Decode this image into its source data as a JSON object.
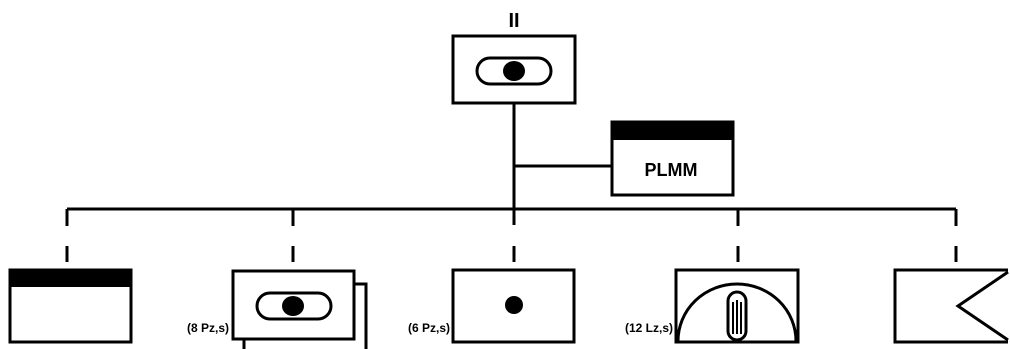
{
  "diagram": {
    "top_unit": {
      "echelon": "II",
      "symbol": "armored-infantry"
    },
    "attached_unit": {
      "label": "PLMM",
      "symbol": "headquarters-staff"
    },
    "subordinates": [
      {
        "echelon": "I",
        "symbol": "headquarters-staff",
        "strength": ""
      },
      {
        "echelon": "I",
        "symbol": "armored-infantry",
        "strength": "(8 Pz,s)"
      },
      {
        "echelon": "I",
        "symbol": "armor",
        "strength": "(6 Pz,s)"
      },
      {
        "echelon": "I",
        "symbol": "rocket-artillery",
        "strength": "(12 Lz,s)"
      },
      {
        "echelon": "I",
        "symbol": "reconnaissance",
        "strength": ""
      }
    ],
    "colors": {
      "stroke": "#000000",
      "background": "#ffffff"
    }
  }
}
